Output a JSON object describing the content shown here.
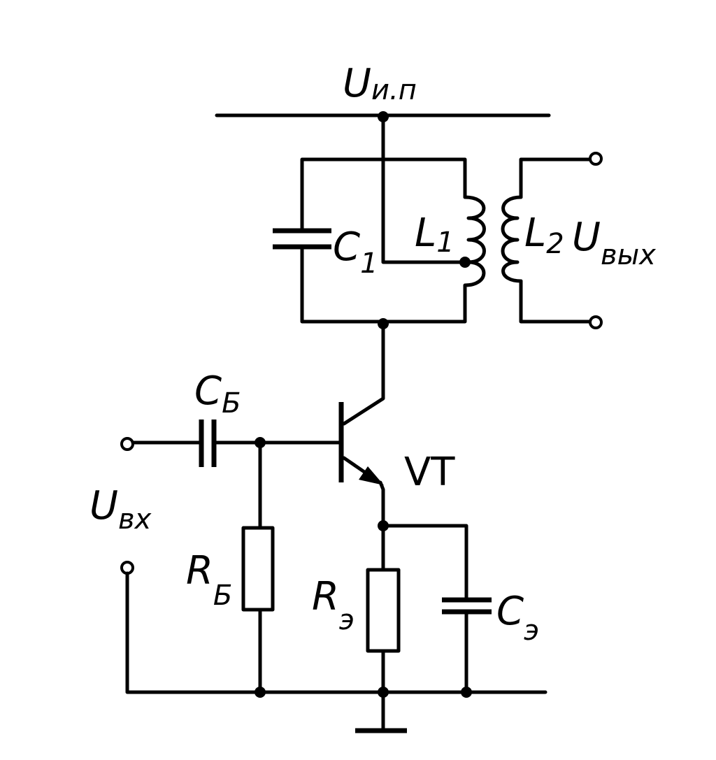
{
  "labels": {
    "supply": {
      "main": "U",
      "sub": "и.п"
    },
    "c1": {
      "main": "C",
      "sub": "1"
    },
    "l1": {
      "main": "L",
      "sub": "1"
    },
    "l2": {
      "main": "L",
      "sub": "2"
    },
    "uout": {
      "main": "U",
      "sub": "вых"
    },
    "cb": {
      "main": "C",
      "sub": "Б"
    },
    "vt": "VT",
    "uin": {
      "main": "U",
      "sub": "вх"
    },
    "rb": {
      "main": "R",
      "sub": "Б"
    },
    "re": {
      "main": "R",
      "sub": "э"
    },
    "ce": {
      "main": "C",
      "sub": "э"
    }
  }
}
